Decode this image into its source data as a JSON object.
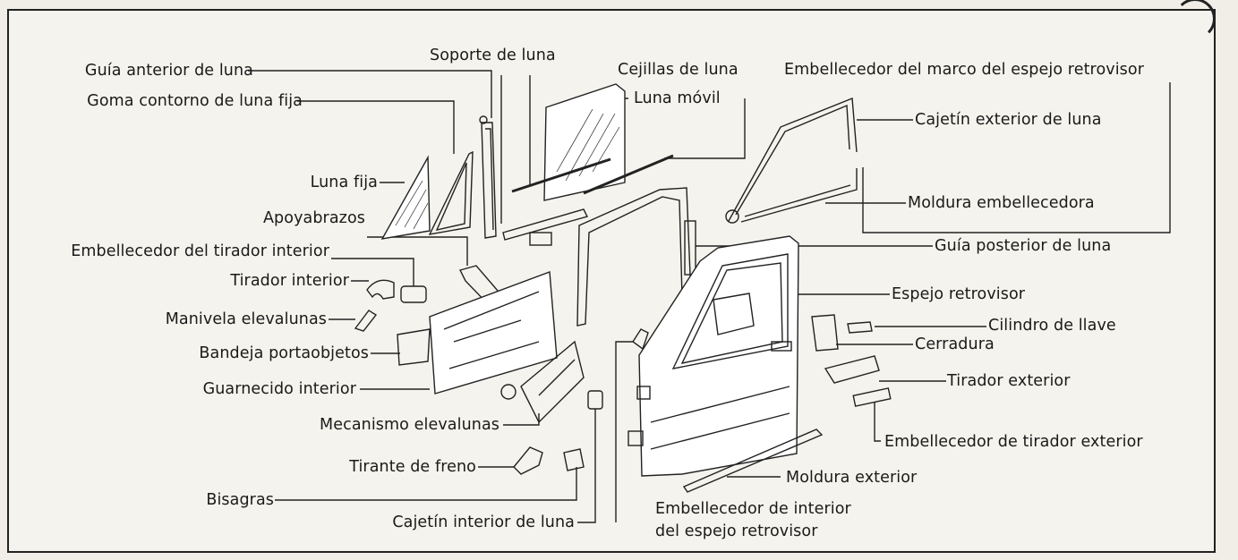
{
  "labels": {
    "guia_anterior": "Guía anterior de luna",
    "goma_contorno": "Goma contorno de luna fija",
    "soporte_luna": "Soporte de luna",
    "cejillas_luna": "Cejillas de luna",
    "luna_movil": "Luna móvil",
    "embellecedor_marco": "Embellecedor del marco del espejo retrovisor",
    "cajetin_exterior": "Cajetín exterior de luna",
    "luna_fija": "Luna fija",
    "apoyabrazos": "Apoyabrazos",
    "moldura_embellecedora": "Moldura embellecedora",
    "embellecedor_tirador_interior": "Embellecedor del tirador interior",
    "guia_posterior": "Guía posterior de luna",
    "tirador_interior": "Tirador interior",
    "espejo_retrovisor": "Espejo retrovisor",
    "manivela": "Manivela elevalunas",
    "cilindro_llave": "Cilindro de llave",
    "bandeja": "Bandeja portaobjetos",
    "cerradura": "Cerradura",
    "guarnecido": "Guarnecido interior",
    "tirador_exterior": "Tirador exterior",
    "mecanismo": "Mecanismo elevalunas",
    "embellecedor_tirador_exterior": "Embellecedor de tirador exterior",
    "tirante_freno": "Tirante de freno",
    "moldura_exterior": "Moldura exterior",
    "bisagras": "Bisagras",
    "cajetin_interior": "Cajetín interior de luna",
    "embellecedor_interior_l1": "Embellecedor de interior",
    "embellecedor_interior_l2": "del espejo retrovisor"
  }
}
